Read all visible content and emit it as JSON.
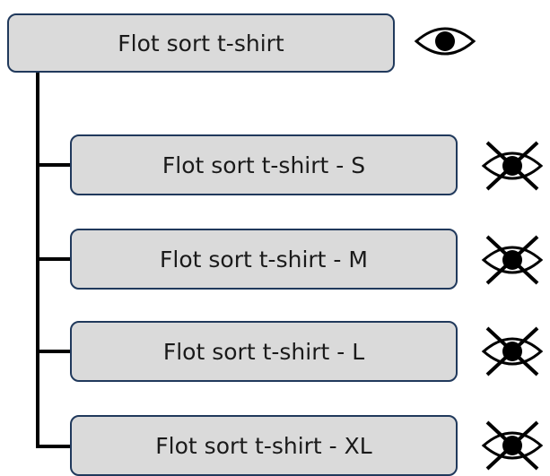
{
  "parent": {
    "label": "Flot sort t-shirt",
    "icon": "eye-icon",
    "visible": true
  },
  "variants": [
    {
      "label": "Flot sort t-shirt - S",
      "icon": "eye-crossed-icon",
      "visible": false
    },
    {
      "label": "Flot sort t-shirt - M",
      "icon": "eye-crossed-icon",
      "visible": false
    },
    {
      "label": "Flot sort t-shirt - L",
      "icon": "eye-crossed-icon",
      "visible": false
    },
    {
      "label": "Flot sort t-shirt - XL",
      "icon": "eye-crossed-icon",
      "visible": false
    }
  ],
  "colors": {
    "box_fill": "#dadada",
    "box_border": "#20395c",
    "connector": "#000000"
  }
}
